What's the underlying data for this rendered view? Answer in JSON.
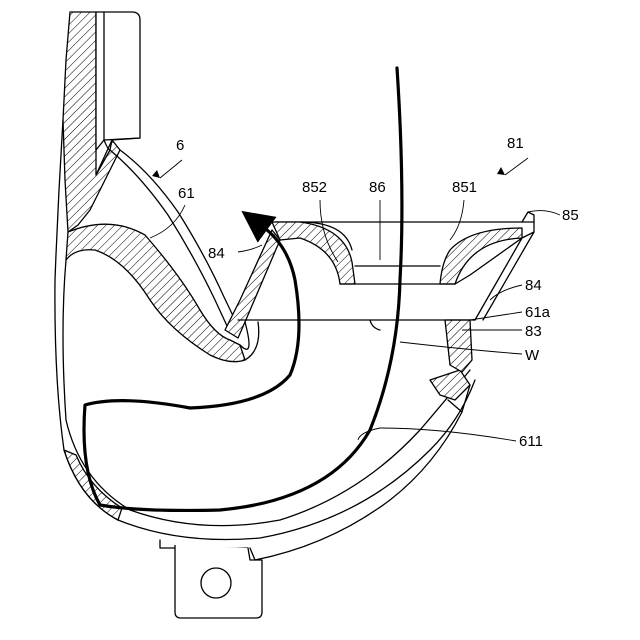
{
  "labels": {
    "l6": "6",
    "l61": "61",
    "l81": "81",
    "l852": "852",
    "l86": "86",
    "l851": "851",
    "l85": "85",
    "l84_left": "84",
    "l84_right": "84",
    "l61a": "61a",
    "l83": "83",
    "lW": "W",
    "l611": "611"
  }
}
